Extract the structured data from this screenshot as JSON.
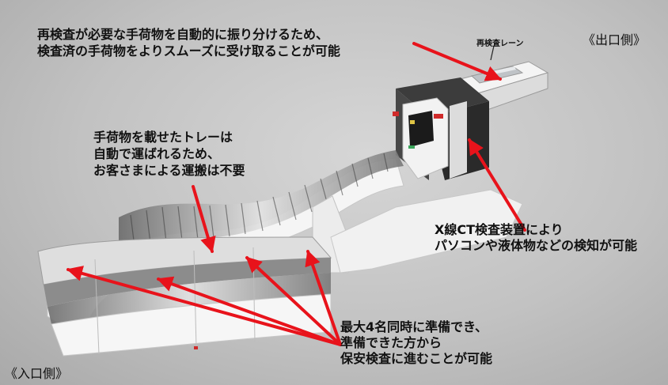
{
  "annotations": {
    "top_lines": [
      "再検査が必要な手荷物を自動的に振り分けるため、",
      "検査済の手荷物をよりスムーズに受け取ることが可能"
    ],
    "tray_lines": [
      "手荷物を載せたトレーは",
      "自動で運ばれるため、",
      "お客さまによる運搬は不要"
    ],
    "ct_lines": [
      "X線CT検査装置により",
      "パソコンや液体物などの検知が可能"
    ],
    "prep_lines": [
      "最大4名同時に準備でき、",
      "準備できた方から",
      "保安検査に進むことが可能"
    ]
  },
  "labels": {
    "relane": "再検査レーン",
    "exit": "《出口側》",
    "entry": "《入口側》"
  },
  "colors": {
    "arrow": "#e8131b",
    "text": "#111111"
  }
}
